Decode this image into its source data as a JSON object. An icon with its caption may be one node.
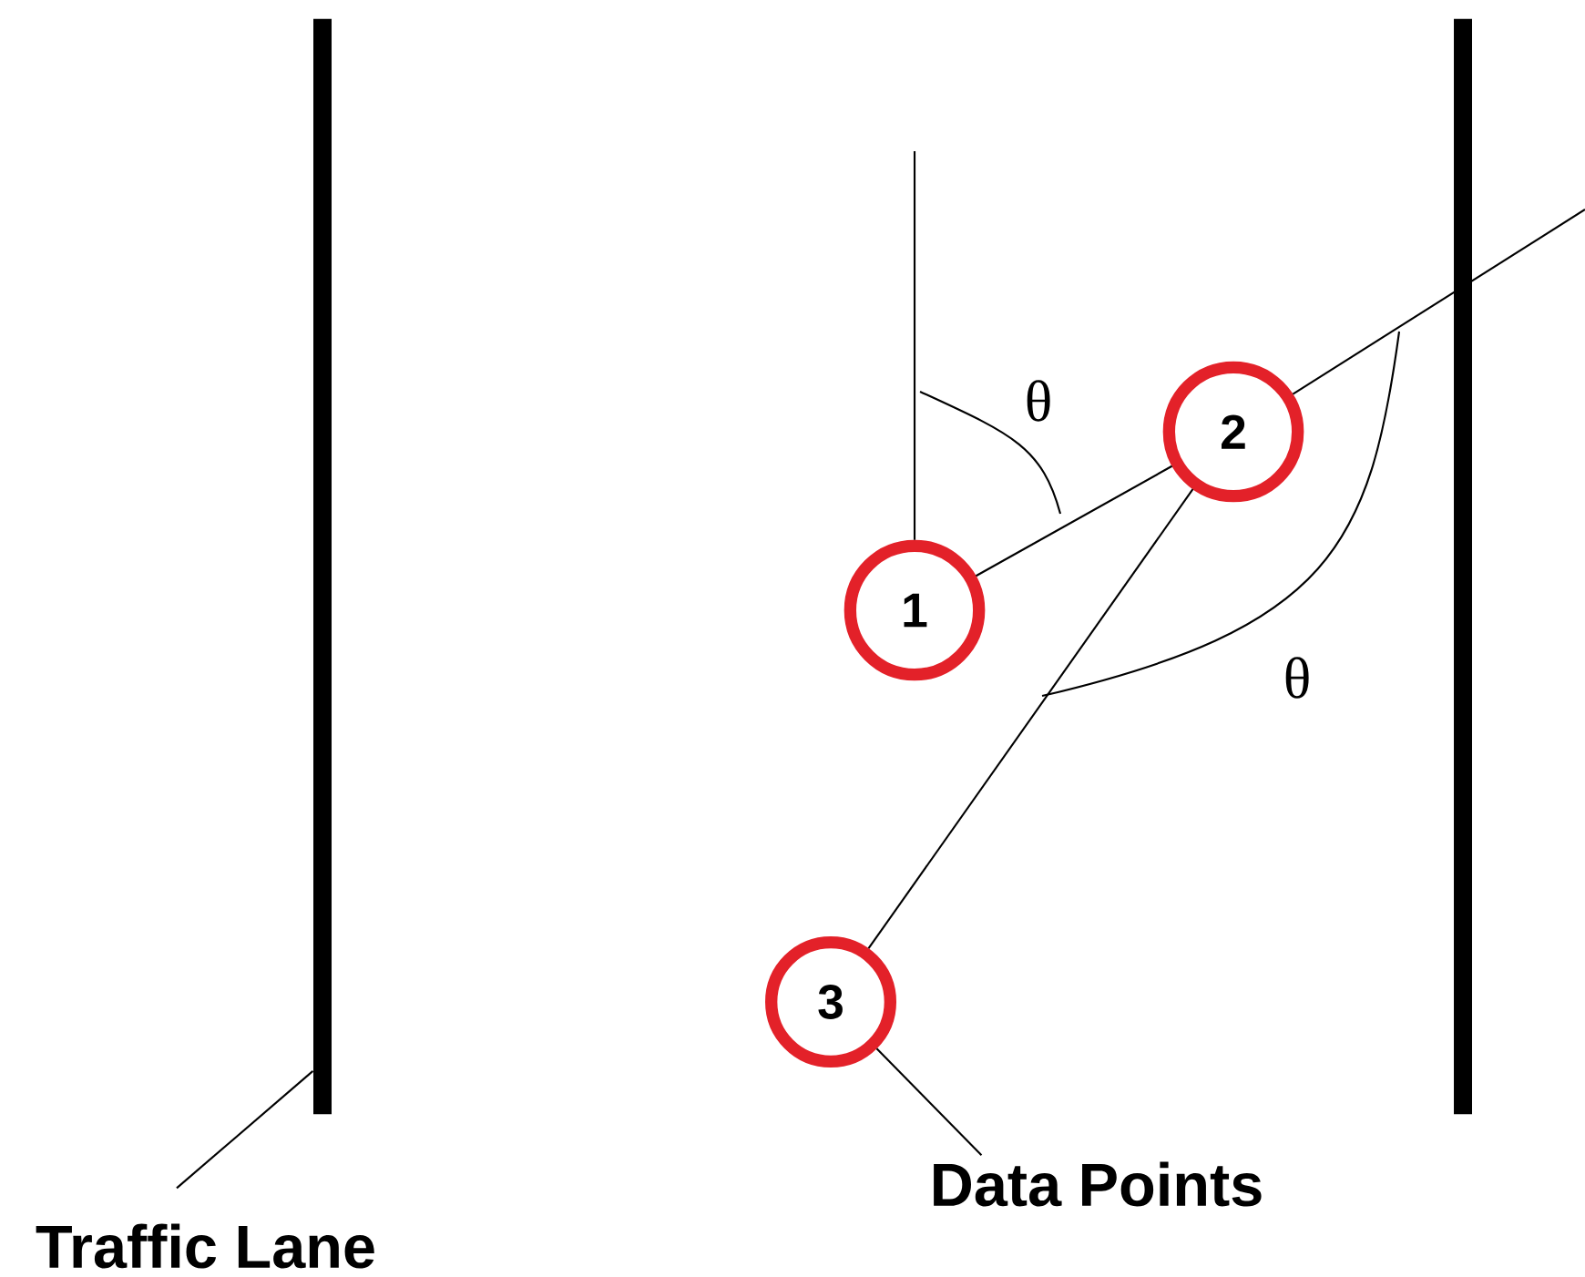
{
  "diagram": {
    "nodes": [
      {
        "text": [
          "1"
        ]
      },
      {
        "text": [
          "2"
        ]
      },
      {
        "text": [
          "3"
        ]
      },
      {
        "text": [
          "Traffic Lane"
        ]
      },
      {
        "text": [],
        "shape": "bar"
      },
      {
        "text": [],
        "shape": "bar"
      },
      {
        "text": [
          "Data Points"
        ]
      }
    ],
    "edges": [
      {
        "from": null,
        "to": 0,
        "arrow": "none"
      },
      {
        "from": 0,
        "to": 1,
        "arrow": "none"
      },
      {
        "from": 1,
        "to": null,
        "arrow": "none"
      },
      {
        "from": 1,
        "to": 2,
        "arrow": "none"
      },
      {
        "from": 3,
        "to": 4,
        "arrow": "none"
      },
      {
        "from": 6,
        "to": 2,
        "arrow": "none"
      }
    ],
    "labels": [
      "θ",
      "θ"
    ]
  }
}
